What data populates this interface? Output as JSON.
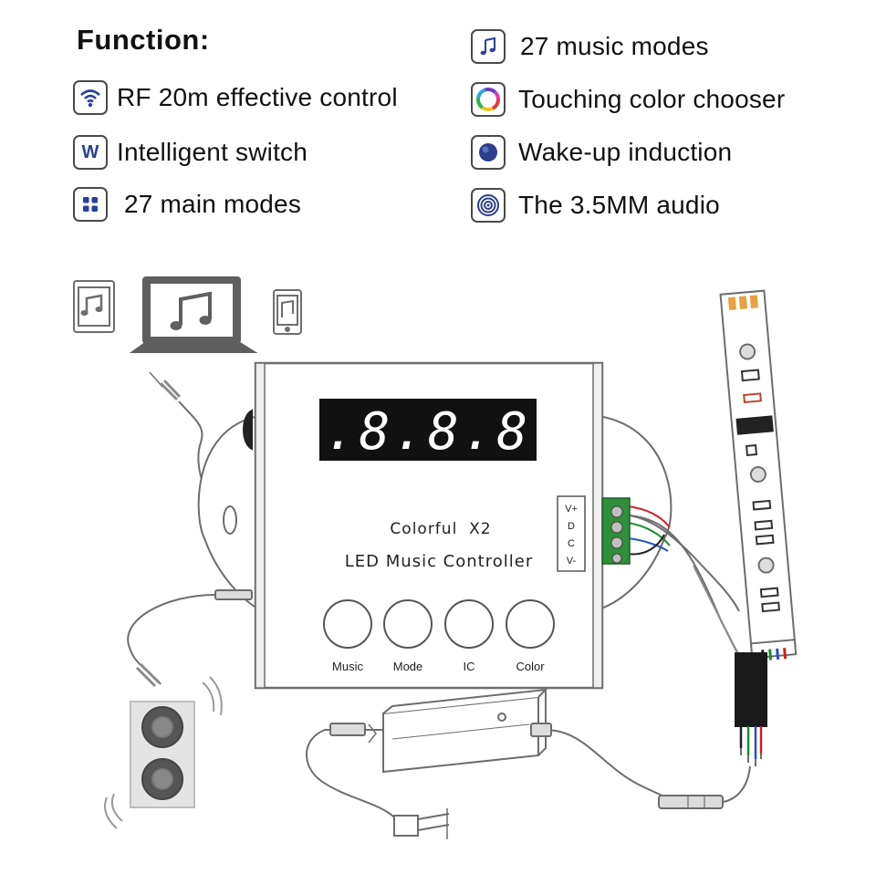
{
  "features": {
    "title": "Function:",
    "left": [
      {
        "icon": "wifi-icon",
        "label": "RF 20m effective control"
      },
      {
        "icon": "w-letter-icon",
        "label": "Intelligent switch"
      },
      {
        "icon": "grid-icon",
        "label": "27 main modes"
      }
    ],
    "right": [
      {
        "icon": "music-note-icon",
        "label": "27 music modes"
      },
      {
        "icon": "color-wheel-icon",
        "label": "Touching color chooser"
      },
      {
        "icon": "wake-dot-icon",
        "label": "Wake-up induction"
      },
      {
        "icon": "audio-rings-icon",
        "label": "The 3.5MM audio"
      }
    ]
  },
  "controller": {
    "display": "8.8.8.8.",
    "name": "Colorful  X2",
    "subtitle": "LED Music Controller",
    "terminals": [
      "V+",
      "D",
      "C",
      "V-"
    ],
    "buttons": [
      "Music",
      "Mode",
      "IC",
      "Color"
    ]
  },
  "colors": {
    "display_bg": "#111111",
    "outline": "#6d6d6d",
    "wire_red": "#d22020",
    "wire_green": "#1f8a2e",
    "wire_blue": "#2452c4",
    "terminal_green": "#2f8f3a",
    "strip_pad": "#e8a040"
  }
}
